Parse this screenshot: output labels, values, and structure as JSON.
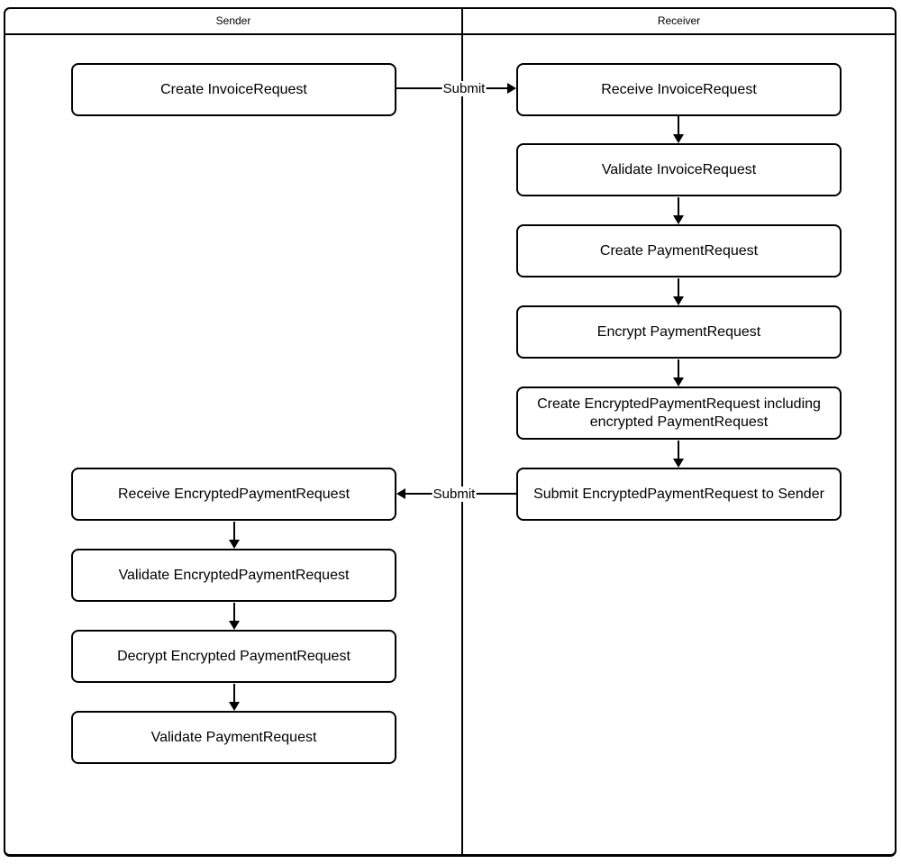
{
  "diagram": {
    "type": "swimlane-flowchart",
    "colors": {
      "line": "#000000",
      "background": "#ffffff",
      "node_fill": "#ffffff",
      "text": "#000000"
    },
    "lanes": {
      "sender": {
        "title": "Sender",
        "nodes": [
          {
            "label": "Create InvoiceRequest"
          },
          {
            "label": "Receive EncryptedPaymentRequest"
          },
          {
            "label": "Validate EncryptedPaymentRequest"
          },
          {
            "label": "Decrypt Encrypted PaymentRequest"
          },
          {
            "label": "Validate PaymentRequest"
          }
        ]
      },
      "receiver": {
        "title": "Receiver",
        "nodes": [
          {
            "label": "Receive InvoiceRequest"
          },
          {
            "label": "Validate InvoiceRequest"
          },
          {
            "label": "Create PaymentRequest"
          },
          {
            "label": "Encrypt PaymentRequest"
          },
          {
            "label": "Create EncryptedPaymentRequest including\nencrypted PaymentRequest"
          },
          {
            "label": "Submit EncryptedPaymentRequest to Sender"
          }
        ]
      }
    },
    "edges": [
      {
        "label": "Submit",
        "from": "Create InvoiceRequest",
        "to": "Receive InvoiceRequest",
        "direction": "right"
      },
      {
        "label": "Submit",
        "from": "Submit EncryptedPaymentRequest to Sender",
        "to": "Receive EncryptedPaymentRequest",
        "direction": "left"
      }
    ]
  }
}
